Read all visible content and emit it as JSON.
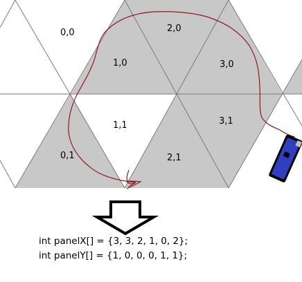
{
  "diagram": {
    "labels": {
      "c00": "0,0",
      "c10": "1,0",
      "c20": "2,0",
      "c30": "3,0",
      "c01": "0,1",
      "c11": "1,1",
      "c21": "2,1",
      "c31": "3,1"
    },
    "colors": {
      "shaded": "#c8c8c8",
      "grid_line": "#7a7a7a",
      "path": "#8b1a1a",
      "device_body": "#2f3fbf",
      "device_edge": "#000000"
    }
  },
  "code": {
    "line1": "int panelX[] = {3, 3, 2, 1, 0, 2};",
    "line2": "int panelY[] = {1, 0, 0, 0, 1, 1};"
  }
}
